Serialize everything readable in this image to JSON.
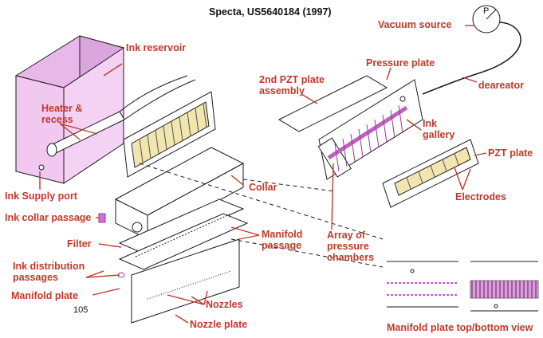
{
  "title": "Specta, US5640184 (1997)",
  "colors": {
    "label": "#c0392b",
    "reservoir_fill": "#f0c8f0",
    "pzt_fill": "#f2e6b0",
    "gallery": "#c060c0",
    "line": "#1a1a1a",
    "leader": "#c0392b"
  },
  "labels": {
    "ink_reservoir": "Ink reservoir",
    "heater_recess": "Heater &\nrecess",
    "ink_supply_port": "Ink Supply port",
    "ink_collar_passage": "Ink collar passage",
    "filter": "Filter",
    "ink_distribution_passages": "Ink distribution\npassages",
    "manifold_plate": "Manifold plate",
    "ref_105": "105",
    "nozzle_plate": "Nozzle plate",
    "nozzles": "Nozzles",
    "manifold_passage": "Manifold\npassage",
    "collar": "Collar",
    "second_pzt_plate_assembly": "2nd PZT plate\nassembly",
    "pressure_plate": "Pressure plate",
    "vacuum_source": "Vacuum source",
    "gauge_symbol": "P",
    "deareator": "deareator",
    "ink_gallery": "Ink\ngallery",
    "pzt_plate": "PZT plate",
    "electrodes": "Electrodes",
    "array_of_pressure_chambers": "Array of\npressure\nchambers",
    "manifold_plate_view": "Manifold plate top/bottom view"
  }
}
